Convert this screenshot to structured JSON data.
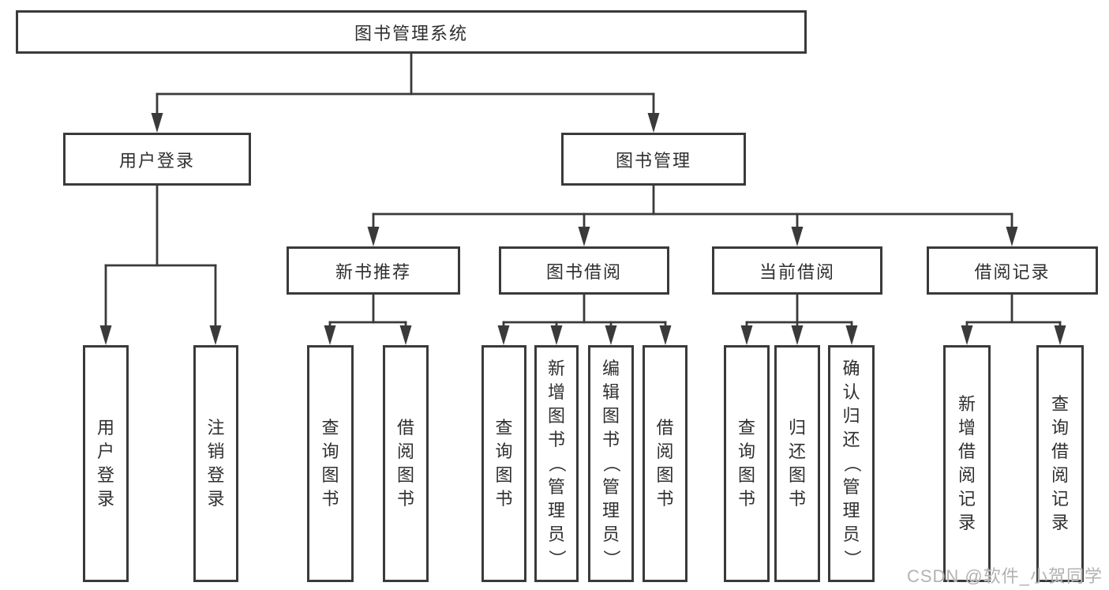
{
  "diagram": {
    "root": {
      "label": "图书管理系统"
    },
    "level2": [
      {
        "label": "用户登录"
      },
      {
        "label": "图书管理"
      }
    ],
    "level3": [
      {
        "label": "新书推荐"
      },
      {
        "label": "图书借阅"
      },
      {
        "label": "当前借阅"
      },
      {
        "label": "借阅记录"
      }
    ],
    "leaves": {
      "user_login_group": [
        {
          "label": "用户登录"
        },
        {
          "label": "注销登录"
        }
      ],
      "new_book_group": [
        {
          "label": "查询图书"
        },
        {
          "label": "借阅图书"
        }
      ],
      "book_borrow_group": [
        {
          "label": "查询图书"
        },
        {
          "label": "新增图书（管理员）"
        },
        {
          "label": "编辑图书（管理员）"
        },
        {
          "label": "借阅图书"
        }
      ],
      "current_borrow_group": [
        {
          "label": "查询图书"
        },
        {
          "label": "归还图书"
        },
        {
          "label": "确认归还（管理员）"
        }
      ],
      "borrow_record_group": [
        {
          "label": "新增借阅记录"
        },
        {
          "label": "查询借阅记录"
        }
      ]
    }
  },
  "watermark": {
    "text": "CSDN @软件_小贺同学"
  },
  "colors": {
    "line": "#3a3a3a",
    "text": "#2f2f2f",
    "watermark": "#b2b2b2",
    "background": "#ffffff"
  }
}
